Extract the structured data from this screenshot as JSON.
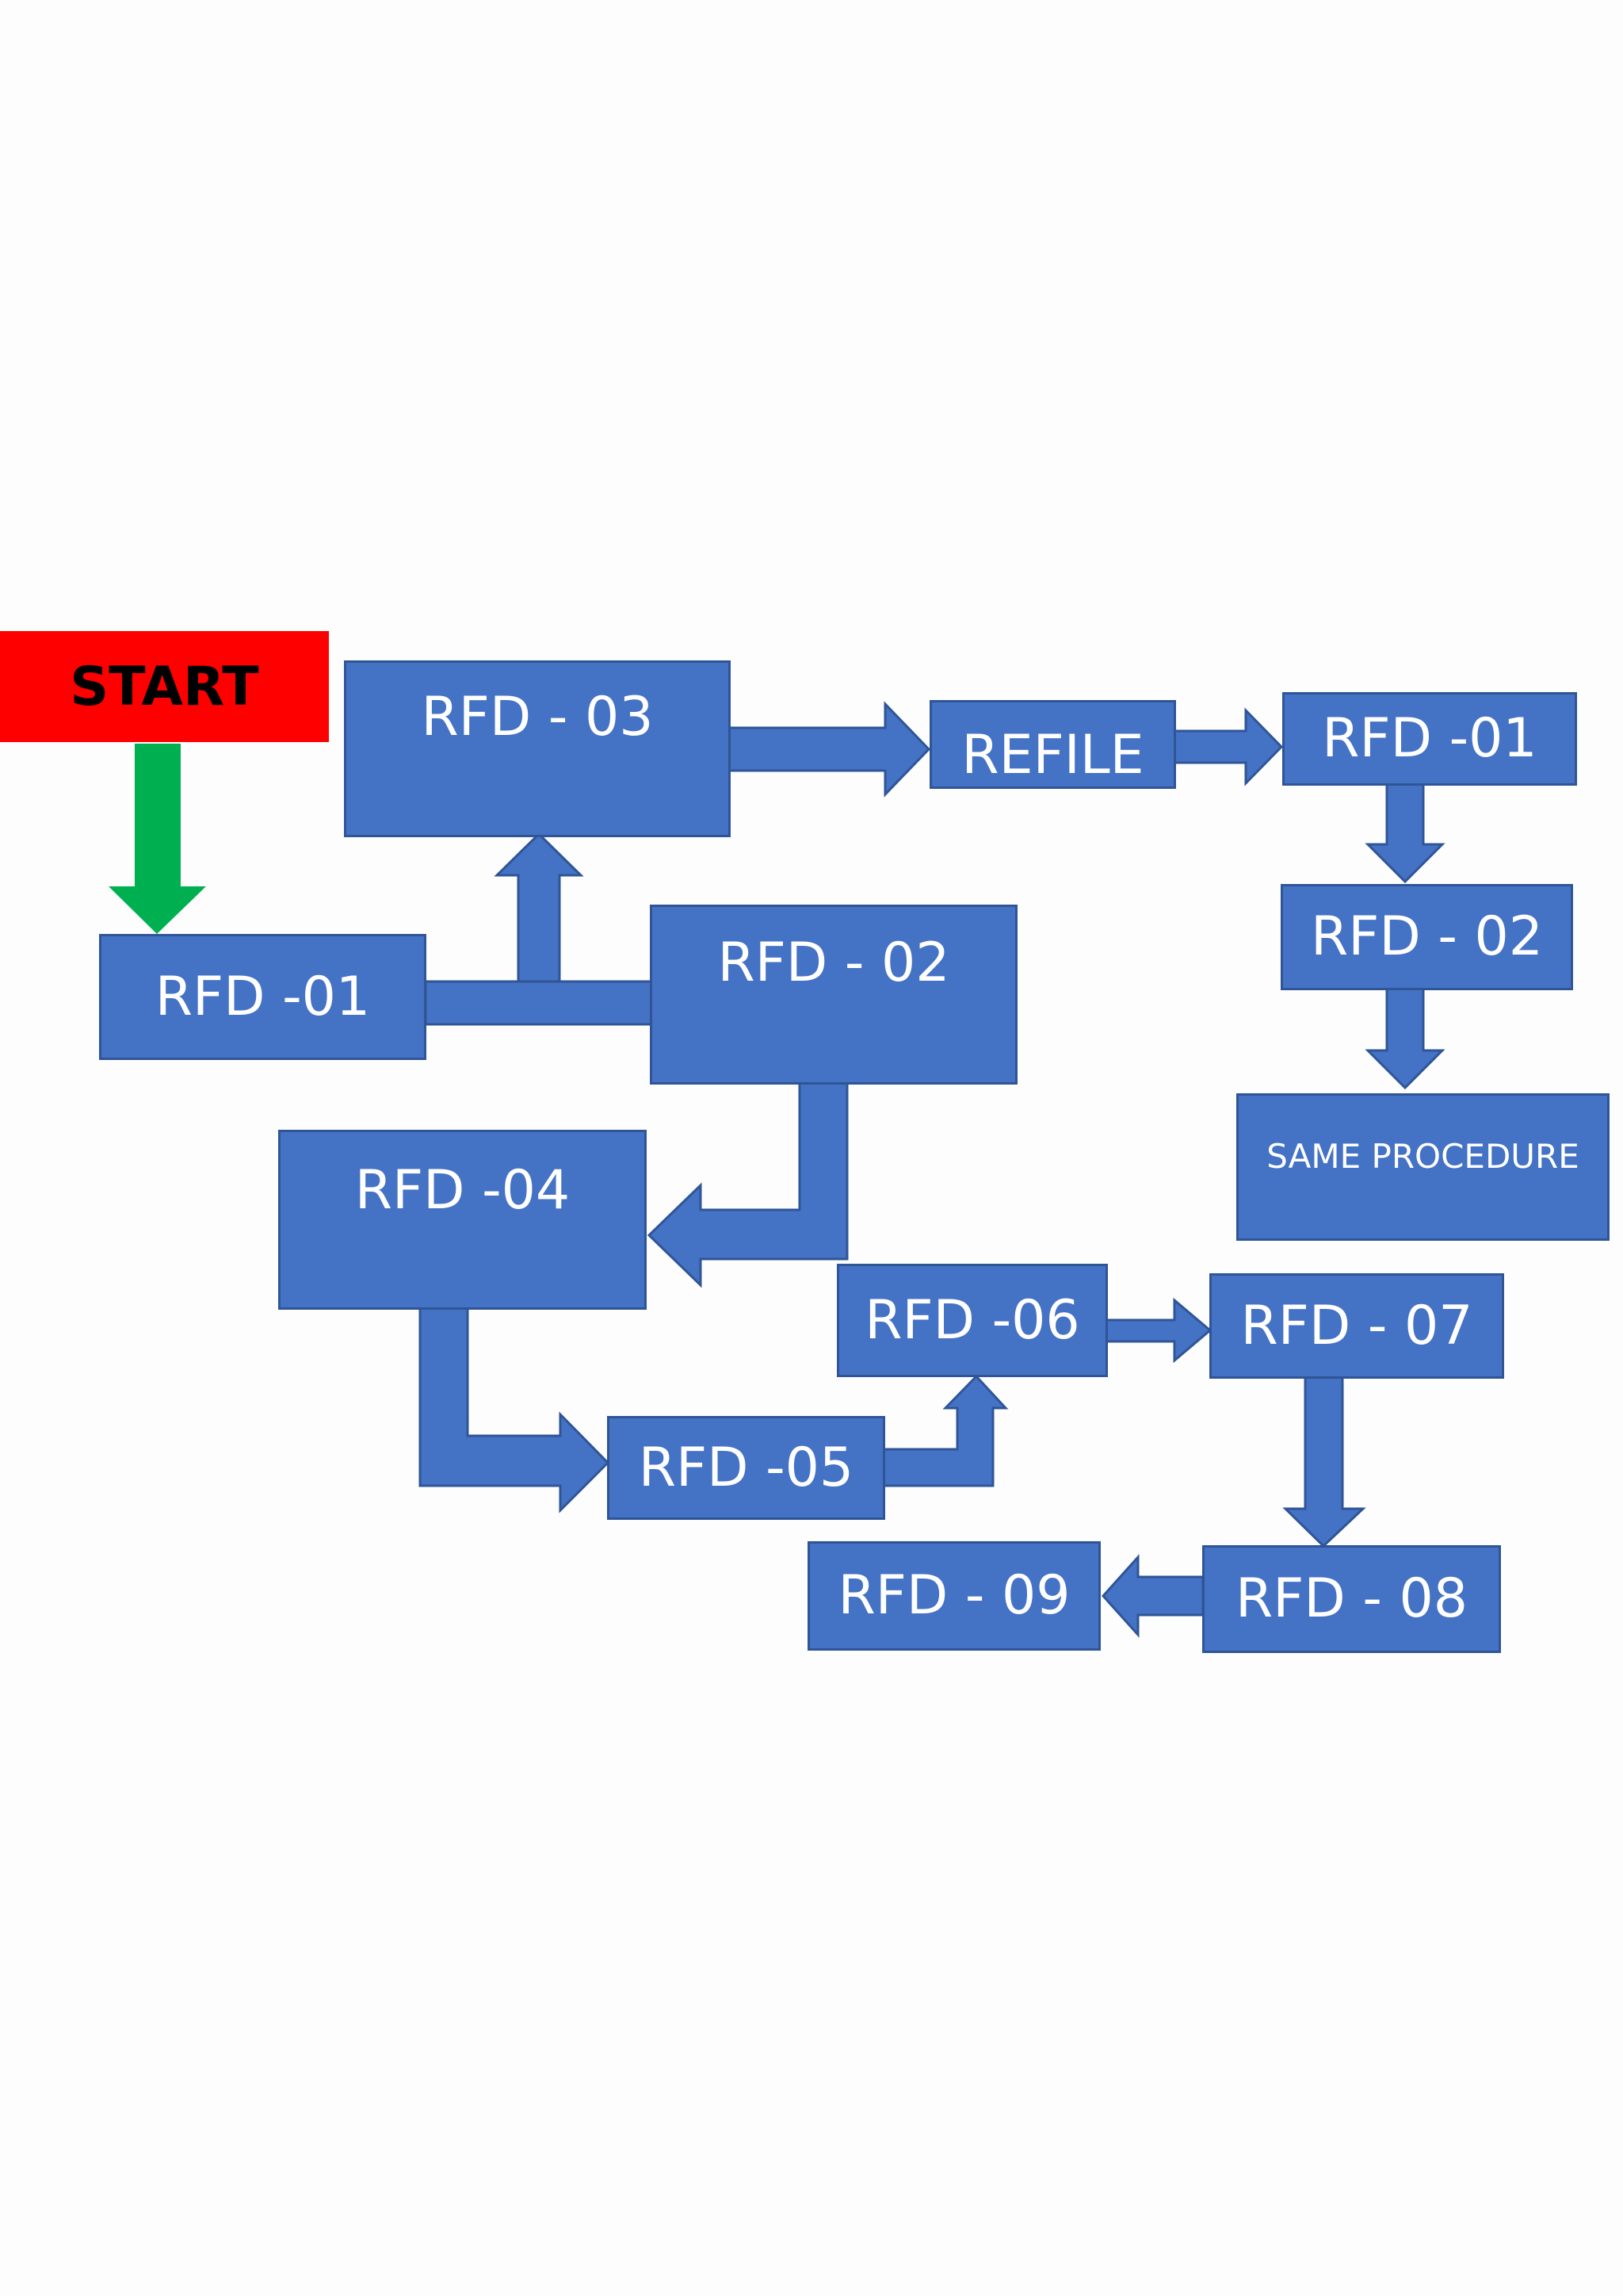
{
  "diagram": {
    "type": "flowchart",
    "colors": {
      "box_fill": "#4472C4",
      "box_border": "#2F5597",
      "box_text": "#FFFFFF",
      "start_fill": "#FF0000",
      "start_text": "#000000",
      "start_arrow": "#00B050",
      "background": "#FDFDFD"
    },
    "nodes": {
      "start": "START",
      "rfd01_first": "RFD -01",
      "rfd03": "RFD - 03",
      "rfd02": "RFD - 02",
      "refile": "REFILE",
      "rfd01_second": "RFD -01",
      "rfd02_second": "RFD - 02",
      "same_procedure": "SAME PROCEDURE",
      "rfd04": "RFD -04",
      "rfd05": "RFD -05",
      "rfd06": "RFD -06",
      "rfd07": "RFD - 07",
      "rfd08": "RFD - 08",
      "rfd09": "RFD - 09"
    },
    "edges": [
      {
        "from": "start",
        "to": "rfd01_first"
      },
      {
        "from": "rfd01_first",
        "to": "rfd03"
      },
      {
        "from": "rfd01_first",
        "to": "rfd02"
      },
      {
        "from": "rfd03",
        "to": "refile"
      },
      {
        "from": "refile",
        "to": "rfd01_second"
      },
      {
        "from": "rfd01_second",
        "to": "rfd02_second"
      },
      {
        "from": "rfd02_second",
        "to": "same_procedure"
      },
      {
        "from": "rfd02",
        "to": "rfd04"
      },
      {
        "from": "rfd04",
        "to": "rfd05"
      },
      {
        "from": "rfd05",
        "to": "rfd06"
      },
      {
        "from": "rfd06",
        "to": "rfd07"
      },
      {
        "from": "rfd07",
        "to": "rfd08"
      },
      {
        "from": "rfd08",
        "to": "rfd09"
      }
    ]
  }
}
